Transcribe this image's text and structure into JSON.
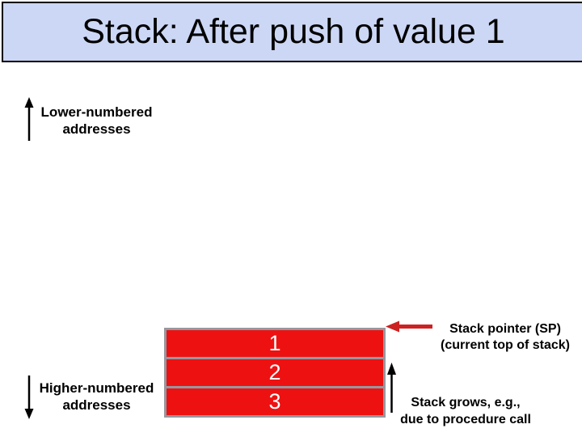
{
  "title": "Stack: After push of value 1",
  "labels": {
    "lower_addresses": [
      "Lower-numbered",
      "addresses"
    ],
    "higher_addresses": [
      "Higher-numbered",
      "addresses"
    ],
    "stack_pointer": [
      "Stack pointer (SP)",
      "(current top of stack)"
    ],
    "stack_grows": [
      "Stack grows, e.g.,",
      "due to procedure call"
    ]
  },
  "stack": {
    "cells": [
      "1",
      "2",
      "3"
    ]
  },
  "icons": {
    "lower_addresses_arrow": "up-arrow ↑",
    "higher_addresses_arrow": "down-arrow ↓",
    "stack_pointer_arrow": "left-arrow ←",
    "stack_grows_arrow": "up-arrow ↑"
  },
  "colors": {
    "title-bar-bg": "#ccd7f5",
    "title-bar-border": "#000000",
    "cell-red": "#ee1111",
    "cell-border-gray": "#97979f",
    "pointer-arrow-red": "#cc2222",
    "text-black": "#000000",
    "cell-text": "#ffffff"
  }
}
